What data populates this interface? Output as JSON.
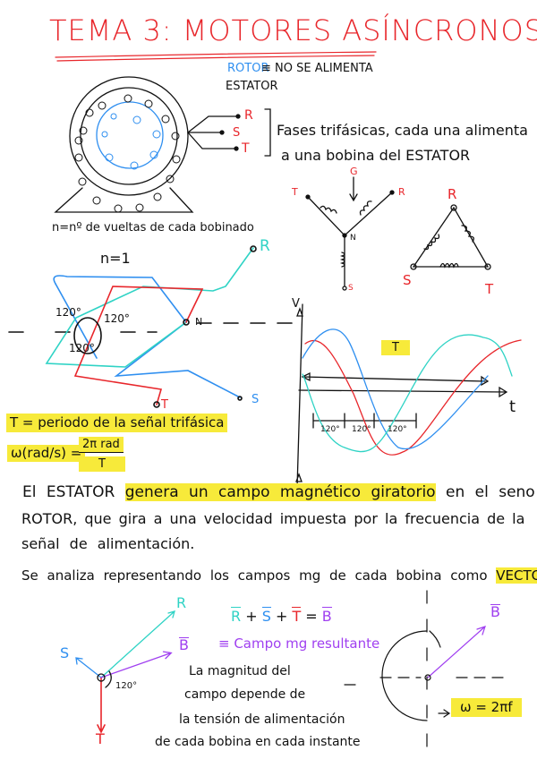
{
  "title": "TEMA 3: MOTORES ASÍNCRONOS",
  "top_notes": {
    "rotor": "ROTOR",
    "rotor_def": "≡ NO SE ALIMENTA",
    "estator": "ESTATOR"
  },
  "motor": {
    "phases": [
      "R",
      "S",
      "T"
    ],
    "phases_note_line1": "Fases trifásicas, cada una alimenta",
    "phases_note_line2": "a una bobina del ESTATOR",
    "n_def": "n=nº de vueltas de cada bobinado"
  },
  "star": {
    "T": "T",
    "R": "R",
    "G": "G",
    "N": "N",
    "S": "S"
  },
  "delta": {
    "R": "R",
    "S": "S",
    "T": "T"
  },
  "winding": {
    "n": "n=1",
    "R": "R",
    "S": "S",
    "T": "T",
    "N": "N",
    "angle1": "120°",
    "angle2": "120°",
    "angle3": "120°"
  },
  "graph": {
    "v_label": "V",
    "t_label": "t",
    "period_label": "T",
    "shifts": [
      "120°",
      "120°",
      "120°"
    ]
  },
  "defs": {
    "period": "T = periodo de la señal trifásica",
    "omega_lhs": "ω(rad/s) =",
    "omega_num": "2π rad",
    "omega_den": "T"
  },
  "paragraph": {
    "l1a": "El ESTATOR",
    "l1b": "genera un campo magnético giratorio",
    "l1c": "en el seno del",
    "l2": "ROTOR, que gira a una velocidad impuesta por la frecuencia de la",
    "l3": "señal de alimentación.",
    "l4a": "Se analiza representando los campos mg de cada bobina como",
    "l4b": "VECTORES"
  },
  "vectors": {
    "R": "R",
    "S": "S",
    "T": "T",
    "B": "B",
    "angle": "120°",
    "eq_R": "R",
    "eq_S": "S",
    "eq_T": "T",
    "eq_B": "B",
    "resultant": "≡ Campo mg resultante",
    "mag1": "La magnitud del",
    "mag2": "campo depende de",
    "mag3": "la tensión de alimentación",
    "mag4": "de cada bobina en cada instante",
    "rot_B": "B",
    "omega": "ω = 2πf"
  },
  "colors": {
    "red": "#e8262b",
    "blue": "#2f8ff0",
    "cyan": "#2fd3c5",
    "purple": "#a040f0",
    "highlight": "#f7ea3a"
  }
}
